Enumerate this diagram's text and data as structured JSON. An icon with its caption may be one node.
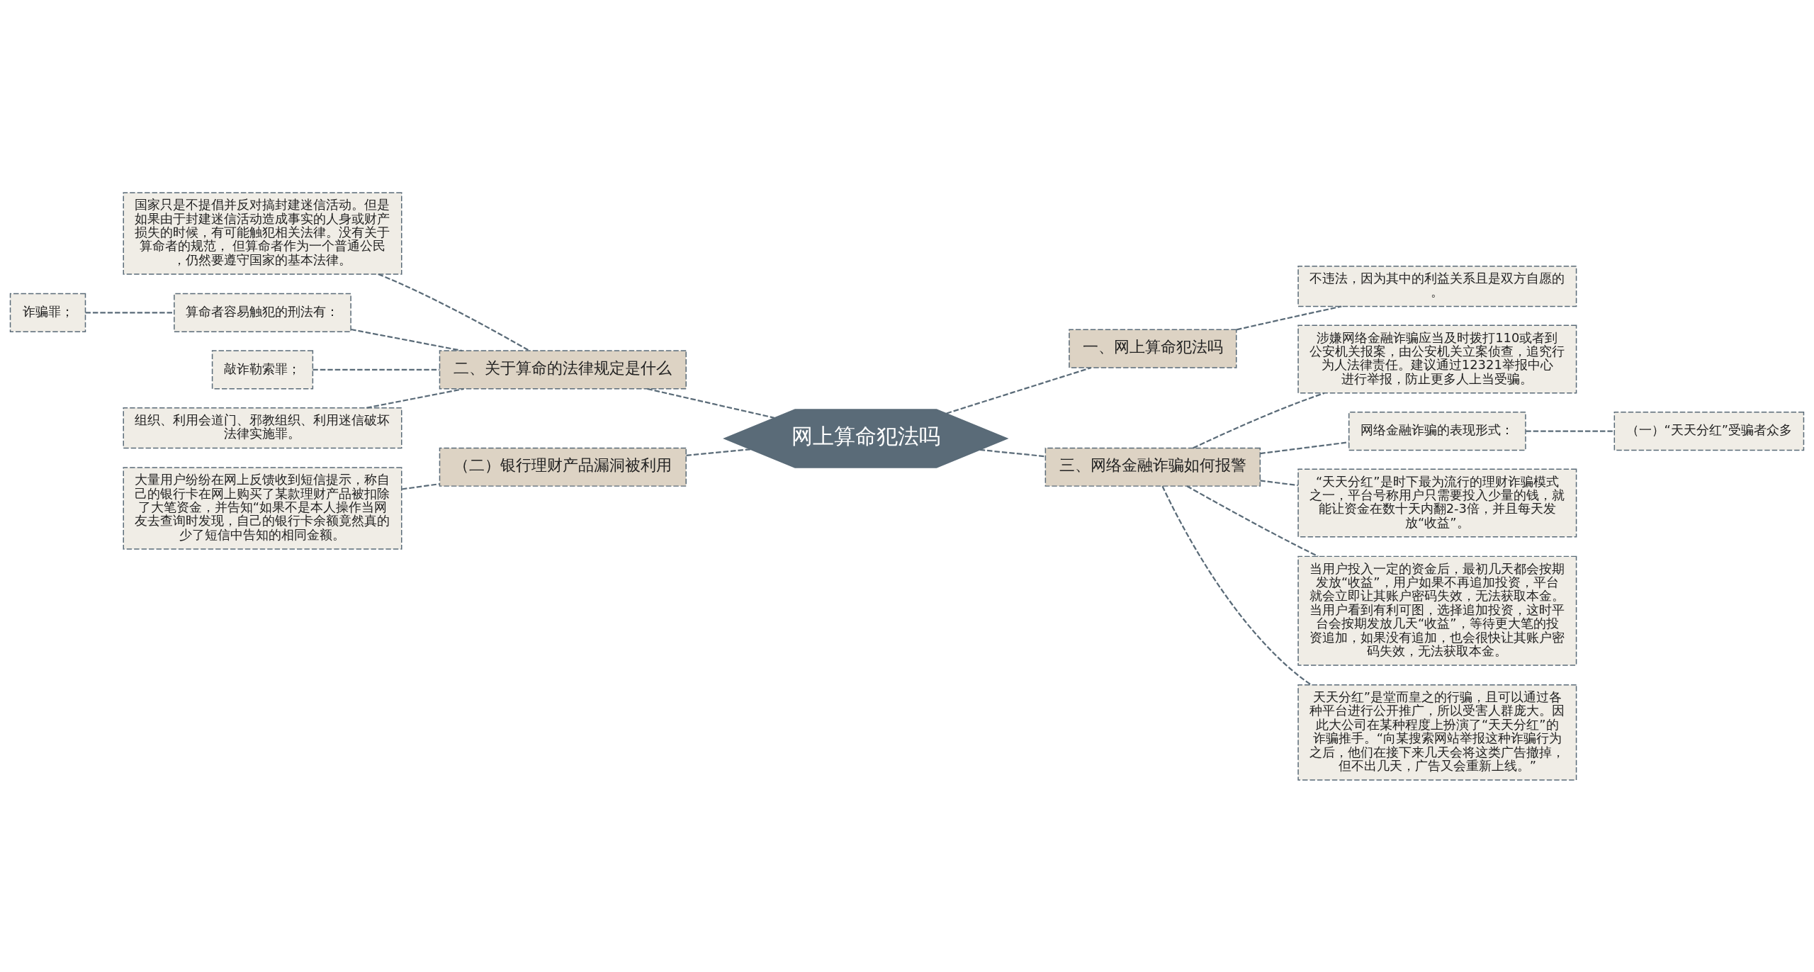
{
  "diagram": {
    "nodes": [
      {
        "text": [
          "网上算命犯法吗"
        ]
      },
      {
        "text": [
          "一、网上算命犯法吗"
        ]
      },
      {
        "text": [
          "不违法，因为其中的利益关系且是双方自愿的。"
        ]
      },
      {
        "text": [
          "三、网络金融诈骗如何报警"
        ]
      },
      {
        "text": [
          "涉嫌网络金融诈骗应当及时拨打110或者到公安机关报案，由公安机关立案侦查，追究行为人法律责任。建议通过12321举报中心进行举报，防止更多人上当受骗。"
        ]
      },
      {
        "text": [
          "网络金融诈骗的表现形式："
        ]
      },
      {
        "text": [
          "（一）“天天分红”受骗者众多"
        ]
      },
      {
        "text": [
          "“天天分红”是时下最为流行的理财诈骗模式之一，平台号称用户只需要投入少量的钱，就能让资金在数十天内翻2-3倍，并且每天发放“收益”。"
        ]
      },
      {
        "text": [
          "当用户投入一定的资金后，最初几天都会按期发放“收益”，用户如果不再追加投资，平台就会立即让其账户密码失效，无法获取本金。当用户看到有利可图，选择追加投资，这时平台会按期发放几天“收益”，等待更大笔的投资追加，如果没有追加，也会很快让其账户密码失效，无法获取本金。"
        ]
      },
      {
        "text": [
          "天天分红”是堂而皇之的行骗，且可以通过各种平台进行公开推广，所以受害人群庞大。因此大公司在某种程度上扮演了“天天分红”的诈骗推手。“向某搜索网站举报这种诈骗行为之后，他们在接下来几天会将这类广告撤掉，但不出几天，广告又会重新上线。”"
        ]
      },
      {
        "text": [
          "二、关于算命的法律规定是什么"
        ]
      },
      {
        "text": [
          "国家只是不提倡并反对搞封建迷信活动。但是如果由于封建迷信活动造成事实的人身或财产损失的时候，有可能触犯相关法律。没有关于算命者的规范， 但算命者作为一个普通公民，仍然要遵守国家的基本法律。"
        ]
      },
      {
        "text": [
          "算命者容易触犯的刑法有："
        ]
      },
      {
        "text": [
          "诈骗罪；"
        ]
      },
      {
        "text": [
          "敲诈勒索罪；"
        ]
      },
      {
        "text": [
          "组织、利用会道门、邪教组织、利用迷信破坏法律实施罪。"
        ]
      },
      {
        "text": [
          "（二）银行理财产品漏洞被利用"
        ]
      },
      {
        "text": [
          "大量用户纷纷在网上反馈收到短信提示，称自己的银行卡在网上购买了某款理财产品被扣除了大笔资金，并告知“如果不是本人操作当网友去查询时发现，自己的银行卡余额竟然真的少了短信中告知的相同金额。"
        ]
      }
    ],
    "edges": [
      {
        "from": 0,
        "to": 1,
        "arrow": "none"
      },
      {
        "from": 1,
        "to": 2,
        "arrow": "none"
      },
      {
        "from": 0,
        "to": 3,
        "arrow": "none"
      },
      {
        "from": 3,
        "to": 4,
        "arrow": "none"
      },
      {
        "from": 3,
        "to": 5,
        "arrow": "none"
      },
      {
        "from": 5,
        "to": 6,
        "arrow": "none"
      },
      {
        "from": 3,
        "to": 7,
        "arrow": "none"
      },
      {
        "from": 3,
        "to": 8,
        "arrow": "none"
      },
      {
        "from": 3,
        "to": 9,
        "arrow": "none"
      },
      {
        "from": 0,
        "to": 10,
        "arrow": "none"
      },
      {
        "from": 10,
        "to": 11,
        "arrow": "none"
      },
      {
        "from": 10,
        "to": 12,
        "arrow": "none"
      },
      {
        "from": 12,
        "to": 13,
        "arrow": "none"
      },
      {
        "from": 10,
        "to": 14,
        "arrow": "none"
      },
      {
        "from": 10,
        "to": 15,
        "arrow": "none"
      },
      {
        "from": 0,
        "to": 16,
        "arrow": "none"
      },
      {
        "from": 16,
        "to": 17,
        "arrow": "none"
      }
    ]
  }
}
